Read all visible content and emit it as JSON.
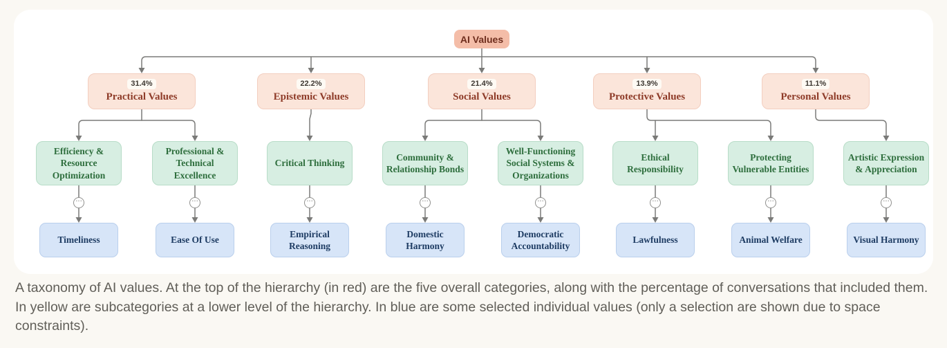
{
  "caption": "A taxonomy of AI values. At the top of the hierarchy (in red) are the five overall categories, along with the percentage of conversations that included them. In yellow are subcategories at a lower level of the hierarchy. In blue are some selected individual values (only a selection are shown due to space constraints).",
  "taxonomy": {
    "root": {
      "label": "AI Values"
    },
    "ellipsis": "···",
    "categories": [
      {
        "label": "Practical Values",
        "pct": "31.4%",
        "children": [
          {
            "label": "Efficiency & Resource Optimization",
            "value": "Timeliness"
          },
          {
            "label": "Professional & Technical Excellence",
            "value": "Ease Of Use"
          }
        ]
      },
      {
        "label": "Epistemic Values",
        "pct": "22.2%",
        "children": [
          {
            "label": "Critical Thinking",
            "value": "Empirical Reasoning"
          }
        ]
      },
      {
        "label": "Social Values",
        "pct": "21.4%",
        "children": [
          {
            "label": "Community & Relationship Bonds",
            "value": "Domestic Harmony"
          },
          {
            "label": "Well-Functioning Social Systems & Organizations",
            "value": "Democratic Accountability"
          }
        ]
      },
      {
        "label": "Protective Values",
        "pct": "13.9%",
        "children": [
          {
            "label": "Ethical Responsibility",
            "value": "Lawfulness"
          },
          {
            "label": "Protecting Vulnerable Entities",
            "value": "Animal Welfare"
          }
        ]
      },
      {
        "label": "Personal Values",
        "pct": "11.1%",
        "children": [
          {
            "label": "Artistic Expression & Appreciation",
            "value": "Visual Harmony"
          }
        ]
      }
    ]
  },
  "colors": {
    "page_bg": "#faf8f3",
    "card_bg": "#ffffff",
    "root_bg": "#f4bda8",
    "root_text": "#6f2e1e",
    "category_bg": "#fbe5da",
    "category_text": "#8e3b28",
    "subcategory_bg": "#d7eee2",
    "subcategory_text": "#2e6e3d",
    "value_bg": "#d7e5f8",
    "value_text": "#1e3c63",
    "connector": "#7a7a78",
    "caption_text": "#605e58"
  }
}
